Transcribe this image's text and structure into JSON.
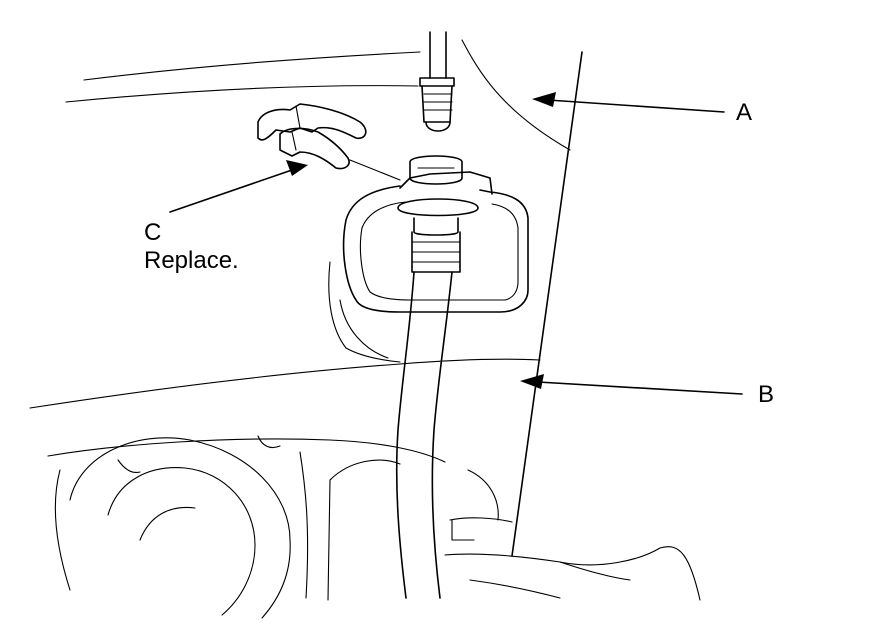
{
  "callouts": {
    "a": {
      "letter": "A"
    },
    "b": {
      "letter": "B"
    },
    "c": {
      "letter": "C",
      "note": "Replace."
    }
  }
}
